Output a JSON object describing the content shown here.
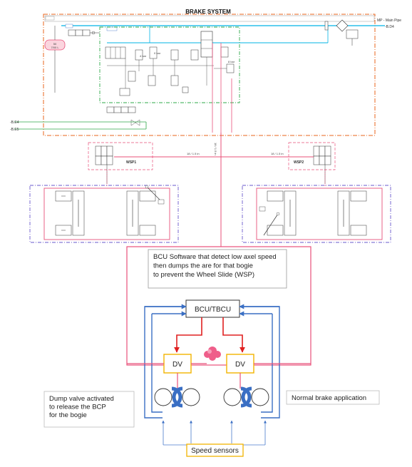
{
  "header": {
    "title": "BRAKE SYSTEM"
  },
  "schematic": {
    "main_pipe_label": "MP - Main Pipe",
    "main_pipe_code": "-B.D4",
    "left_codes": [
      "-B.E4",
      "-B.E5"
    ],
    "left_wsp": "WSP1",
    "right_wsp": "WSP2",
    "pipe_labels": [
      "18 / 1.5 in",
      "18 / 1.5 in",
      "18 / 1.5 in"
    ]
  },
  "callouts": {
    "bcu_software": "BCU Software that detect low axel speed then dumps the are for that bogie to prevent the Wheel Slide (WSP)",
    "dump_valve": "Dump valve activated to release the BCP for the bogie",
    "normal_brake": "Normal brake application"
  },
  "blocks": {
    "bcu": "BCU/TBCU",
    "dv_left": "DV",
    "dv_right": "DV",
    "speed_sensors": "Speed sensors"
  },
  "colors": {
    "pink_line": "#e8507a",
    "blue_line": "#3a6fc4",
    "red_arrow": "#e02020",
    "dv_border": "#f2b400",
    "orange_dashed": "#e8641e",
    "green_dashed": "#2fa84a",
    "cyan_pipe": "#00b4e6",
    "purple_dashed": "#6a5acd"
  }
}
